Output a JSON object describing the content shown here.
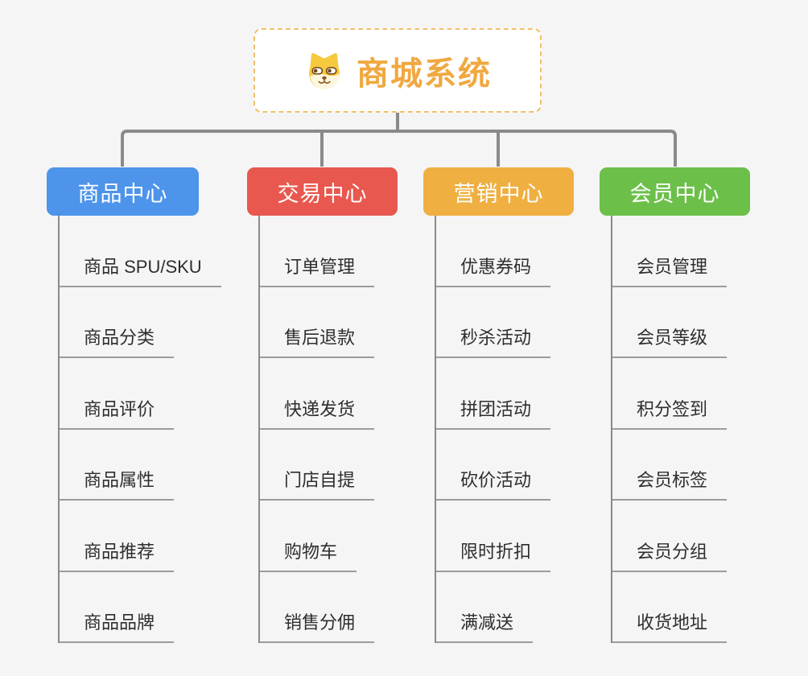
{
  "root": {
    "title": "商城系统",
    "icon": "shiba-dog-icon"
  },
  "branches": [
    {
      "label": "商品中心",
      "color": "#4d94ea",
      "children": [
        "商品 SPU/SKU",
        "商品分类",
        "商品评价",
        "商品属性",
        "商品推荐",
        "商品品牌"
      ]
    },
    {
      "label": "交易中心",
      "color": "#e8584f",
      "children": [
        "订单管理",
        "售后退款",
        "快递发货",
        "门店自提",
        "购物车",
        "销售分佣"
      ]
    },
    {
      "label": "营销中心",
      "color": "#efaf41",
      "children": [
        "优惠券码",
        "秒杀活动",
        "拼团活动",
        "砍价活动",
        "限时折扣",
        "满减送"
      ]
    },
    {
      "label": "会员中心",
      "color": "#6cc04a",
      "children": [
        "会员管理",
        "会员等级",
        "积分签到",
        "会员标签",
        "会员分组",
        "收货地址"
      ]
    }
  ],
  "style": {
    "root_title_color": "#f0a840",
    "root_border_color": "#f0c06a",
    "connector_color": "#8a8a8a",
    "underline_color": "#9c9c9c",
    "background_color": "#f5f5f6"
  }
}
